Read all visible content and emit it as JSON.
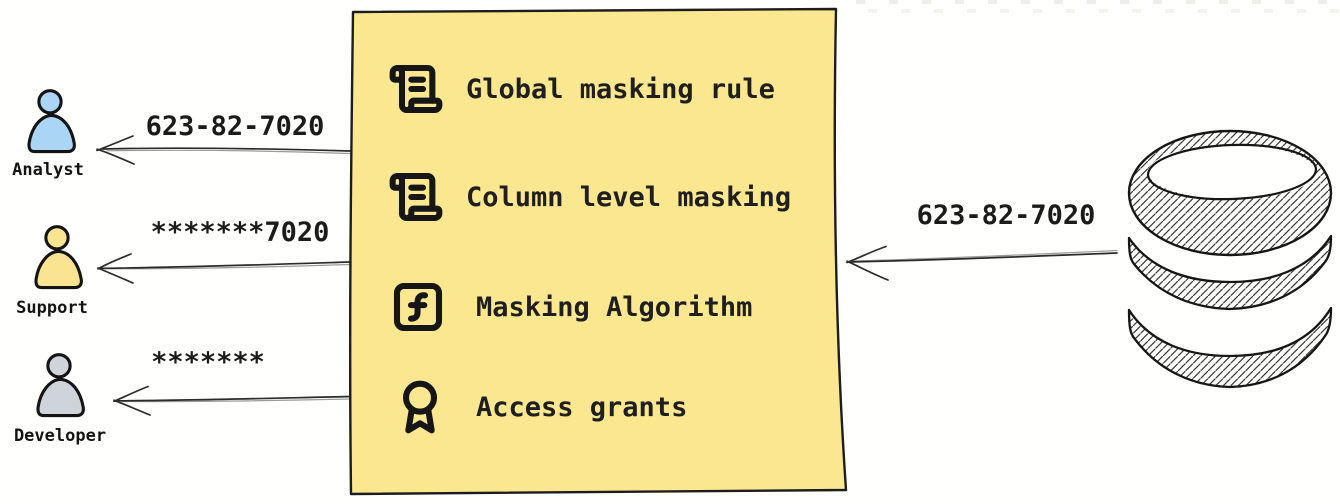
{
  "personas": [
    {
      "id": "analyst",
      "label": "Analyst",
      "icon": "person-icon",
      "fill": "#abd5f5",
      "masked_value": "623-82-7020"
    },
    {
      "id": "support",
      "label": "Support",
      "icon": "person-icon",
      "fill": "#fbe491",
      "masked_value": "*******7020"
    },
    {
      "id": "developer",
      "label": "Developer",
      "icon": "person-icon",
      "fill": "#cfd4da",
      "masked_value": "*******"
    }
  ],
  "masking_box": {
    "fill": "#fae78f",
    "border_color": "#1d1d1d",
    "items": [
      {
        "icon": "scroll-text-icon",
        "label": "Global masking rule"
      },
      {
        "icon": "scroll-text-icon",
        "label": "Column level masking"
      },
      {
        "icon": "function-square-icon",
        "label": "Masking Algorithm"
      },
      {
        "icon": "award-icon",
        "label": "Access grants"
      }
    ]
  },
  "database": {
    "icon": "database-icon",
    "value_sent": "623-82-7020"
  },
  "colors": {
    "arrow": "#2b2b2b",
    "arrow_shadow": "#9b9b9b",
    "icon_stroke": "#161616",
    "text": "#1b1b1b"
  }
}
